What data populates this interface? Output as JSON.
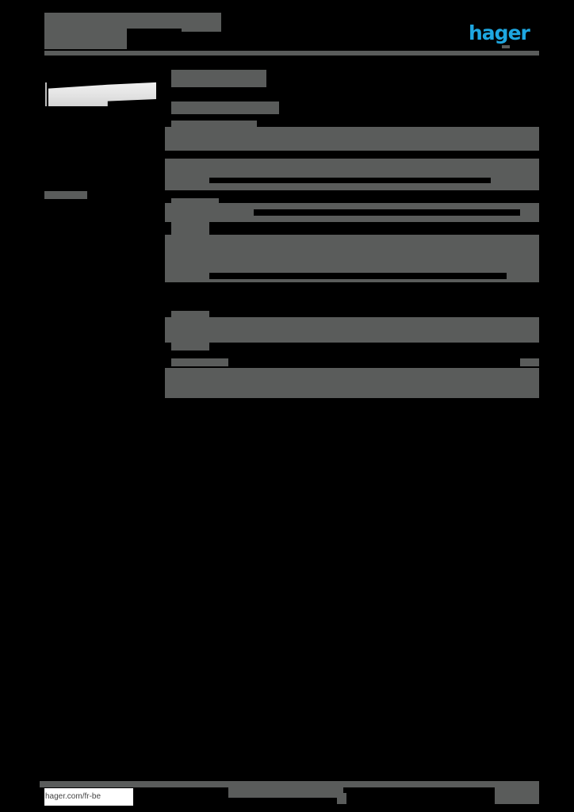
{
  "header": {
    "title": "[redacted product title]",
    "subtitle": "[redacted reference]",
    "logo_text": "hager",
    "brand_color": "#1ea7e1"
  },
  "sidebar": {
    "product_image_alt": "product",
    "label": "[redacted]"
  },
  "main": {
    "heading": "[redacted heading]",
    "subheading": "[redacted subheading]",
    "sections": [
      {
        "label": "[redacted]",
        "rows": [
          "[redacted]",
          "[redacted]"
        ]
      },
      {
        "label": "[redacted]",
        "rows": [
          "[redacted]",
          "[redacted]"
        ]
      },
      {
        "label": "[redacted]",
        "rows": [
          "[redacted]"
        ]
      },
      {
        "label": "[redacted]",
        "rows": [
          "[redacted]"
        ]
      }
    ],
    "footnote_left": "[redacted]",
    "footnote_right": "[redacted]"
  },
  "footer": {
    "link": "hager.com/fr-be",
    "center": "[redacted]",
    "page": "[redacted]"
  },
  "colors": {
    "background": "#000000",
    "block": "#5a5c5b",
    "accent": "#1ea7e1"
  }
}
